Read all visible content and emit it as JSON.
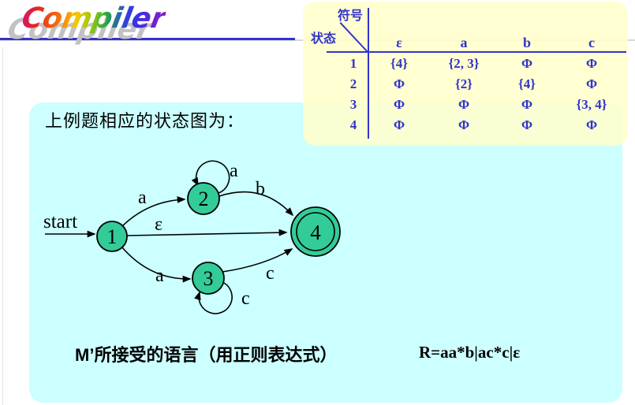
{
  "logo": {
    "text": "Compiler"
  },
  "table": {
    "corner_top": "符号",
    "corner_bottom": "状态",
    "columns": [
      "ε",
      "a",
      "b",
      "c"
    ],
    "rows": [
      {
        "state": "1",
        "cells": [
          "{4}",
          "{2, 3}",
          "Φ",
          "Φ"
        ]
      },
      {
        "state": "2",
        "cells": [
          "Φ",
          "{2}",
          "{4}",
          "Φ"
        ]
      },
      {
        "state": "3",
        "cells": [
          "Φ",
          "Φ",
          "Φ",
          "{3, 4}"
        ]
      },
      {
        "state": "4",
        "cells": [
          "Φ",
          "Φ",
          "Φ",
          "Φ"
        ]
      }
    ],
    "text_color": "#3333cc",
    "bg_color": "#ffffcb"
  },
  "main": {
    "title": "上例题相应的状态图为：",
    "bg_color": "#ccffff"
  },
  "diagram": {
    "start_label": "start",
    "states": {
      "s1": "1",
      "s2": "2",
      "s3": "3",
      "s4": "4"
    },
    "accepting_state": "4",
    "node_color": "#33cc99",
    "edges": {
      "e_1_2": "a",
      "e_2_loop": "a",
      "e_2_4": "b",
      "e_1_4": "ε",
      "e_1_3": "a",
      "e_3_loop": "c",
      "e_3_4": "c"
    }
  },
  "footer": {
    "language_text": "M’所接受的语言（用正则表达式）",
    "regex_text": "R=aa*b|ac*c|ε"
  }
}
